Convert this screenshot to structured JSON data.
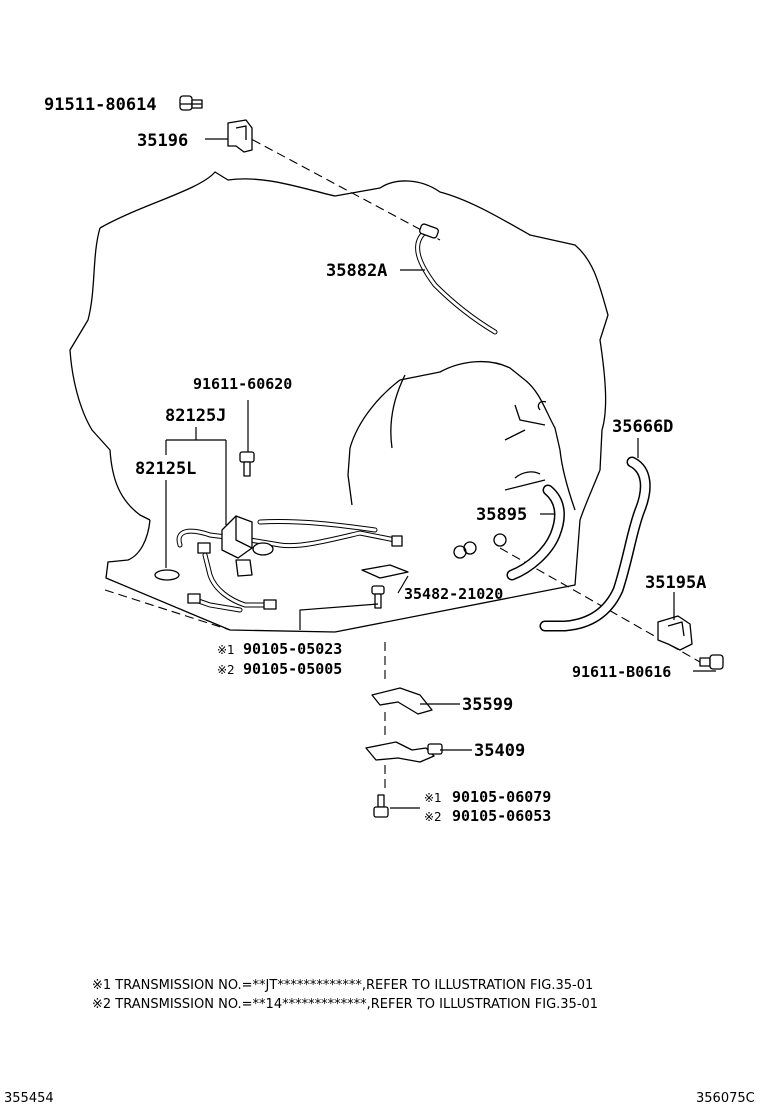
{
  "parts": {
    "p91511": "91511-80614",
    "p35196": "35196",
    "p35882a": "35882A",
    "p91611_60620": "91611-60620",
    "p82125j": "82125J",
    "p82125l": "82125L",
    "p35666d": "35666D",
    "p35895": "35895",
    "p35195a": "35195A",
    "p91611_b0616": "91611-B0616",
    "p35482": "35482-21020",
    "p90105_05023": "90105-05023",
    "p90105_05005": "90105-05005",
    "p35599": "35599",
    "p35409": "35409",
    "p90105_06079": "90105-06079",
    "p90105_06053": "90105-06053"
  },
  "markers": {
    "m1": "※1",
    "m2": "※2"
  },
  "notes": {
    "note1": "※1 TRANSMISSION NO.=**JT*************,REFER TO ILLUSTRATION FIG.35-01",
    "note2": "※2 TRANSMISSION NO.=**14*************,REFER TO ILLUSTRATION FIG.35-01"
  },
  "footer": {
    "left_ref": "355454",
    "right_ref": "356075C"
  }
}
